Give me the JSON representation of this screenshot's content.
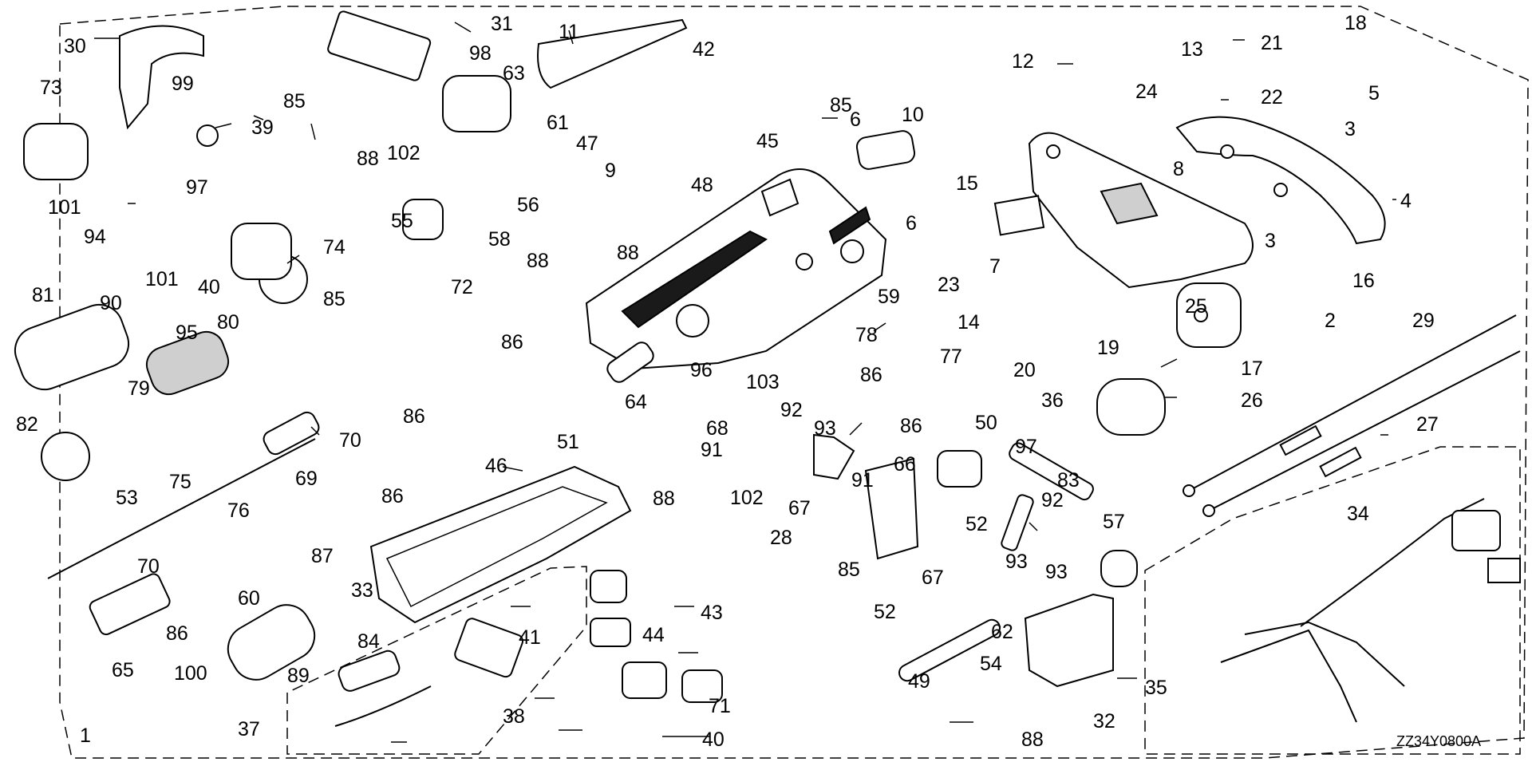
{
  "diagram": {
    "code": "ZZ34Y0800A",
    "watermark": "",
    "callouts": [
      {
        "id": "p1",
        "label": "1"
      },
      {
        "id": "p2",
        "label": "2"
      },
      {
        "id": "p3a",
        "label": "3"
      },
      {
        "id": "p3b",
        "label": "3"
      },
      {
        "id": "p4",
        "label": "4"
      },
      {
        "id": "p5",
        "label": "5"
      },
      {
        "id": "p6a",
        "label": "6"
      },
      {
        "id": "p6b",
        "label": "6"
      },
      {
        "id": "p7",
        "label": "7"
      },
      {
        "id": "p8",
        "label": "8"
      },
      {
        "id": "p9",
        "label": "9"
      },
      {
        "id": "p10",
        "label": "10"
      },
      {
        "id": "p11",
        "label": "11"
      },
      {
        "id": "p12",
        "label": "12"
      },
      {
        "id": "p13",
        "label": "13"
      },
      {
        "id": "p14",
        "label": "14"
      },
      {
        "id": "p15",
        "label": "15"
      },
      {
        "id": "p16",
        "label": "16"
      },
      {
        "id": "p17",
        "label": "17"
      },
      {
        "id": "p18",
        "label": "18"
      },
      {
        "id": "p19",
        "label": "19"
      },
      {
        "id": "p20",
        "label": "20"
      },
      {
        "id": "p21",
        "label": "21"
      },
      {
        "id": "p22",
        "label": "22"
      },
      {
        "id": "p23",
        "label": "23"
      },
      {
        "id": "p24",
        "label": "24"
      },
      {
        "id": "p25",
        "label": "25"
      },
      {
        "id": "p26",
        "label": "26"
      },
      {
        "id": "p27",
        "label": "27"
      },
      {
        "id": "p28",
        "label": "28"
      },
      {
        "id": "p29",
        "label": "29"
      },
      {
        "id": "p30",
        "label": "30"
      },
      {
        "id": "p31",
        "label": "31"
      },
      {
        "id": "p32",
        "label": "32"
      },
      {
        "id": "p33",
        "label": "33"
      },
      {
        "id": "p34",
        "label": "34"
      },
      {
        "id": "p35",
        "label": "35"
      },
      {
        "id": "p36",
        "label": "36"
      },
      {
        "id": "p37",
        "label": "37"
      },
      {
        "id": "p38",
        "label": "38"
      },
      {
        "id": "p39",
        "label": "39"
      },
      {
        "id": "p40a",
        "label": "40"
      },
      {
        "id": "p40b",
        "label": "40"
      },
      {
        "id": "p41",
        "label": "41"
      },
      {
        "id": "p42",
        "label": "42"
      },
      {
        "id": "p43",
        "label": "43"
      },
      {
        "id": "p44",
        "label": "44"
      },
      {
        "id": "p45",
        "label": "45"
      },
      {
        "id": "p46",
        "label": "46"
      },
      {
        "id": "p47",
        "label": "47"
      },
      {
        "id": "p48",
        "label": "48"
      },
      {
        "id": "p49",
        "label": "49"
      },
      {
        "id": "p50",
        "label": "50"
      },
      {
        "id": "p51",
        "label": "51"
      },
      {
        "id": "p52a",
        "label": "52"
      },
      {
        "id": "p52b",
        "label": "52"
      },
      {
        "id": "p53",
        "label": "53"
      },
      {
        "id": "p54",
        "label": "54"
      },
      {
        "id": "p55",
        "label": "55"
      },
      {
        "id": "p56",
        "label": "56"
      },
      {
        "id": "p57",
        "label": "57"
      },
      {
        "id": "p58",
        "label": "58"
      },
      {
        "id": "p59",
        "label": "59"
      },
      {
        "id": "p60",
        "label": "60"
      },
      {
        "id": "p61",
        "label": "61"
      },
      {
        "id": "p62",
        "label": "62"
      },
      {
        "id": "p63",
        "label": "63"
      },
      {
        "id": "p64",
        "label": "64"
      },
      {
        "id": "p65",
        "label": "65"
      },
      {
        "id": "p66",
        "label": "66"
      },
      {
        "id": "p67a",
        "label": "67"
      },
      {
        "id": "p67b",
        "label": "67"
      },
      {
        "id": "p68",
        "label": "68"
      },
      {
        "id": "p69",
        "label": "69"
      },
      {
        "id": "p70a",
        "label": "70"
      },
      {
        "id": "p70b",
        "label": "70"
      },
      {
        "id": "p71",
        "label": "71"
      },
      {
        "id": "p72",
        "label": "72"
      },
      {
        "id": "p73",
        "label": "73"
      },
      {
        "id": "p74",
        "label": "74"
      },
      {
        "id": "p75",
        "label": "75"
      },
      {
        "id": "p76",
        "label": "76"
      },
      {
        "id": "p77",
        "label": "77"
      },
      {
        "id": "p78",
        "label": "78"
      },
      {
        "id": "p79",
        "label": "79"
      },
      {
        "id": "p80",
        "label": "80"
      },
      {
        "id": "p81",
        "label": "81"
      },
      {
        "id": "p82",
        "label": "82"
      },
      {
        "id": "p83",
        "label": "83"
      },
      {
        "id": "p84",
        "label": "84"
      },
      {
        "id": "p85a",
        "label": "85"
      },
      {
        "id": "p85b",
        "label": "85"
      },
      {
        "id": "p85c",
        "label": "85"
      },
      {
        "id": "p85d",
        "label": "85"
      },
      {
        "id": "p86a",
        "label": "86"
      },
      {
        "id": "p86b",
        "label": "86"
      },
      {
        "id": "p86c",
        "label": "86"
      },
      {
        "id": "p86d",
        "label": "86"
      },
      {
        "id": "p86e",
        "label": "86"
      },
      {
        "id": "p86f",
        "label": "86"
      },
      {
        "id": "p87",
        "label": "87"
      },
      {
        "id": "p88a",
        "label": "88"
      },
      {
        "id": "p88b",
        "label": "88"
      },
      {
        "id": "p88c",
        "label": "88"
      },
      {
        "id": "p88d",
        "label": "88"
      },
      {
        "id": "p88e",
        "label": "88"
      },
      {
        "id": "p89",
        "label": "89"
      },
      {
        "id": "p90",
        "label": "90"
      },
      {
        "id": "p91a",
        "label": "91"
      },
      {
        "id": "p91b",
        "label": "91"
      },
      {
        "id": "p92a",
        "label": "92"
      },
      {
        "id": "p92b",
        "label": "92"
      },
      {
        "id": "p93a",
        "label": "93"
      },
      {
        "id": "p93b",
        "label": "93"
      },
      {
        "id": "p93c",
        "label": "93"
      },
      {
        "id": "p94",
        "label": "94"
      },
      {
        "id": "p95",
        "label": "95"
      },
      {
        "id": "p96",
        "label": "96"
      },
      {
        "id": "p97a",
        "label": "97"
      },
      {
        "id": "p97b",
        "label": "97"
      },
      {
        "id": "p98",
        "label": "98"
      },
      {
        "id": "p99",
        "label": "99"
      },
      {
        "id": "p100",
        "label": "100"
      },
      {
        "id": "p101a",
        "label": "101"
      },
      {
        "id": "p101b",
        "label": "101"
      },
      {
        "id": "p102a",
        "label": "102"
      },
      {
        "id": "p102b",
        "label": "102"
      },
      {
        "id": "p103",
        "label": "103"
      }
    ]
  }
}
